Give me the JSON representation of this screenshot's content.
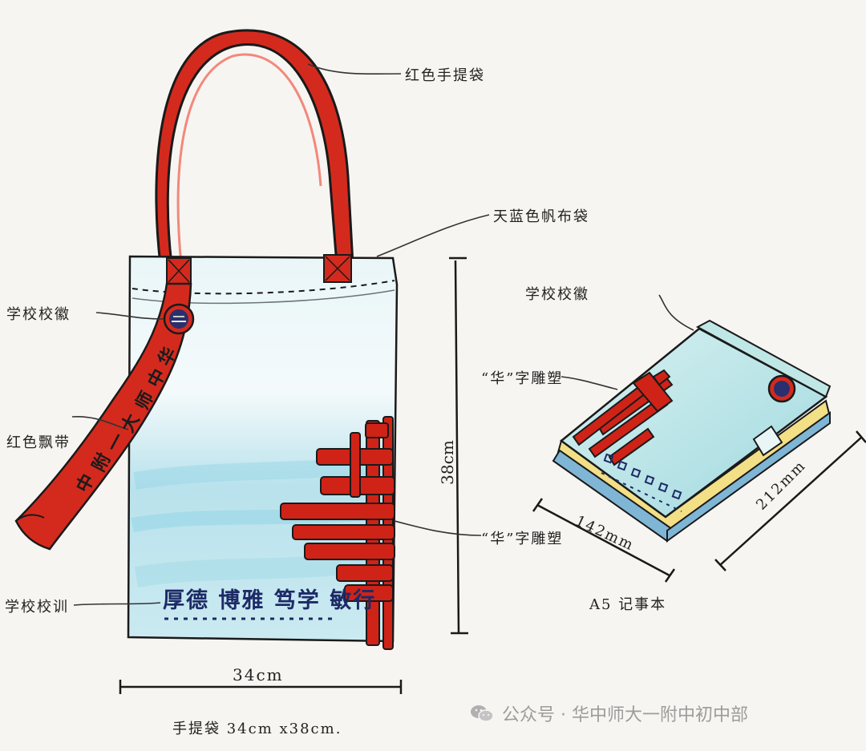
{
  "labels": {
    "red_handle": "红色手提袋",
    "canvas_bag": "天蓝色帆布袋",
    "school_badge_bag": "学校校徽",
    "red_ribbon": "红色飘带",
    "school_motto_label": "学校校训",
    "hua_sculpture_bag": "“华”字雕塑",
    "school_badge_book": "学校校徽",
    "hua_sculpture_book": "“华”字雕塑",
    "notebook": "A5 记事本"
  },
  "dimensions": {
    "bag_width": "34cm",
    "bag_height": "38cm",
    "book_width": "142mm",
    "book_height": "212mm",
    "bag_caption": "手提袋 34cm x38cm."
  },
  "motto": "厚德 博雅 笃学 敏行",
  "ribbon_text": [
    "华",
    "中",
    "师",
    "大",
    "一",
    "附",
    "中"
  ],
  "watermark": {
    "text": "公众号 · 华中师大一附中初中部",
    "icon": "wechat-icon"
  },
  "colors": {
    "handle_red": "#d42a1e",
    "canvas_blue": "#bfe6ee",
    "sky_blue": "#8fd3e6",
    "book_cover": "#bfe7e6",
    "page_yellow": "#f2df86",
    "spine_blue": "#7fb6d6"
  }
}
